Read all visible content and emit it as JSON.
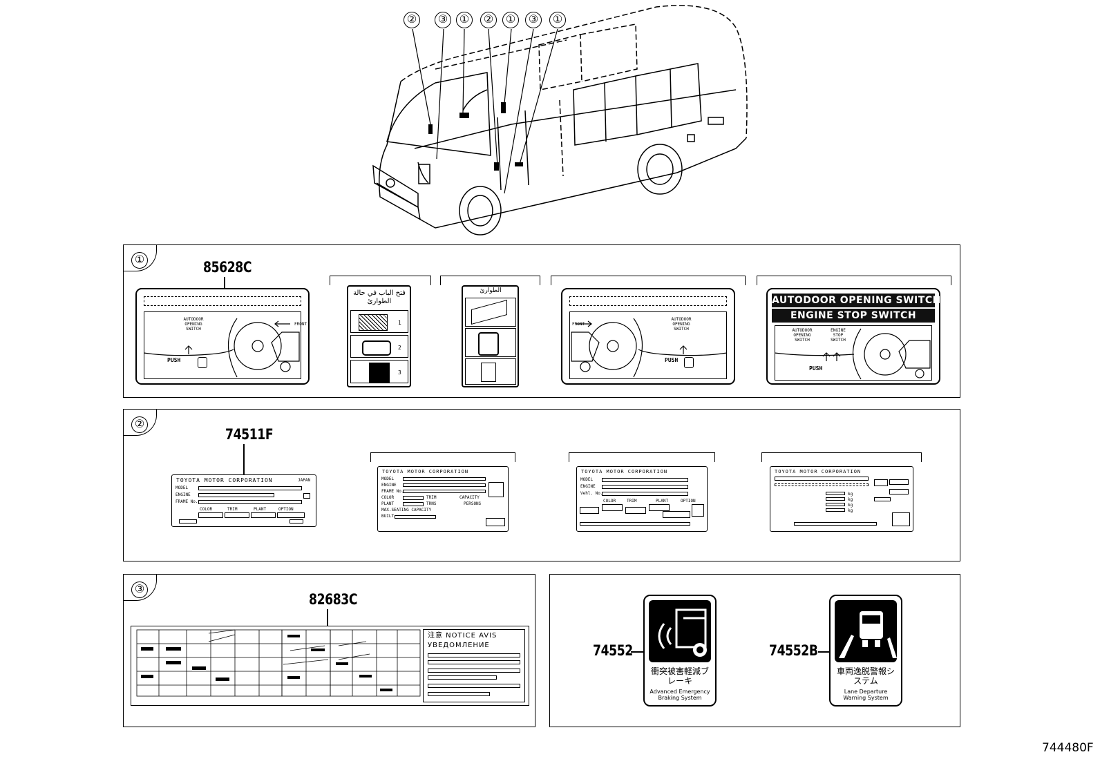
{
  "vehicle_callouts": [
    "②",
    "③",
    "①",
    "②",
    "①",
    "③",
    "①"
  ],
  "sections": {
    "s1": {
      "marker": "①",
      "part_no": "85628C"
    },
    "s2": {
      "marker": "②",
      "part_no": "74511F"
    },
    "s3": {
      "marker": "③",
      "part_no": "82683C"
    },
    "s4": {
      "part_no_a": "74552",
      "part_no_b": "74552B"
    }
  },
  "labels1": {
    "a_push": "PUSH",
    "a_front": "FRONT",
    "a_switch": "AUTODOOR OPENING SWITCH",
    "arabic_1": "فتح الباب في حالة الطوارئ",
    "arabic_2": "الطوارئ",
    "d_push": "PUSH",
    "d_front": "FRONT",
    "d_switch": "AUTODOOR OPENING SWITCH",
    "e_banner1": "AUTODOOR OPENING SWITCH",
    "e_banner2": "ENGINE STOP SWITCH",
    "e_sw1": "AUTODOOR OPENING SWITCH",
    "e_sw2": "ENGINE STOP SWITCH",
    "e_push": "PUSH"
  },
  "labels2": {
    "a_title": "TOYOTA MOTOR CORPORATION",
    "a_rows": [
      "MODEL",
      "ENGINE",
      "FRAME No."
    ],
    "a_cols": [
      "COLOR",
      "TRIM",
      "PLANT",
      "OPTION"
    ],
    "a_country": "JAPAN",
    "b_title": "TOYOTA MOTOR CORPORATION",
    "b_rows": [
      "MODEL",
      "ENGINE",
      "FRAME No.",
      "COLOR",
      "PLANT",
      "MAX.SEATING CAPACITY",
      "BUILT"
    ],
    "b_extra": [
      "TRIM",
      "CAPACITY",
      "TRNS",
      "PERSONS"
    ],
    "c_title": "TOYOTA MOTOR CORPORATION",
    "c_rows": [
      "MODEL",
      "ENGINE",
      "Vehl. No."
    ],
    "c_cols": [
      "COLOR",
      "TRIM",
      "PLANT",
      "OPTION"
    ],
    "d_title": "TOYOTA MOTOR CORPORATION",
    "d_units": [
      "kg",
      "kg",
      "kg",
      "kg"
    ]
  },
  "labels3": {
    "notice_line1": "注意  NOTICE  AVIS",
    "notice_line2": "УВЕДОМЛЕНИЕ"
  },
  "labels4": {
    "a_jp": "衝突被害軽減ブレーキ",
    "a_en": "Advanced Emergency Braking System",
    "b_jp": "車両逸脱警報システム",
    "b_en": "Lane Departure Warning System"
  },
  "figure_id": "744480F"
}
